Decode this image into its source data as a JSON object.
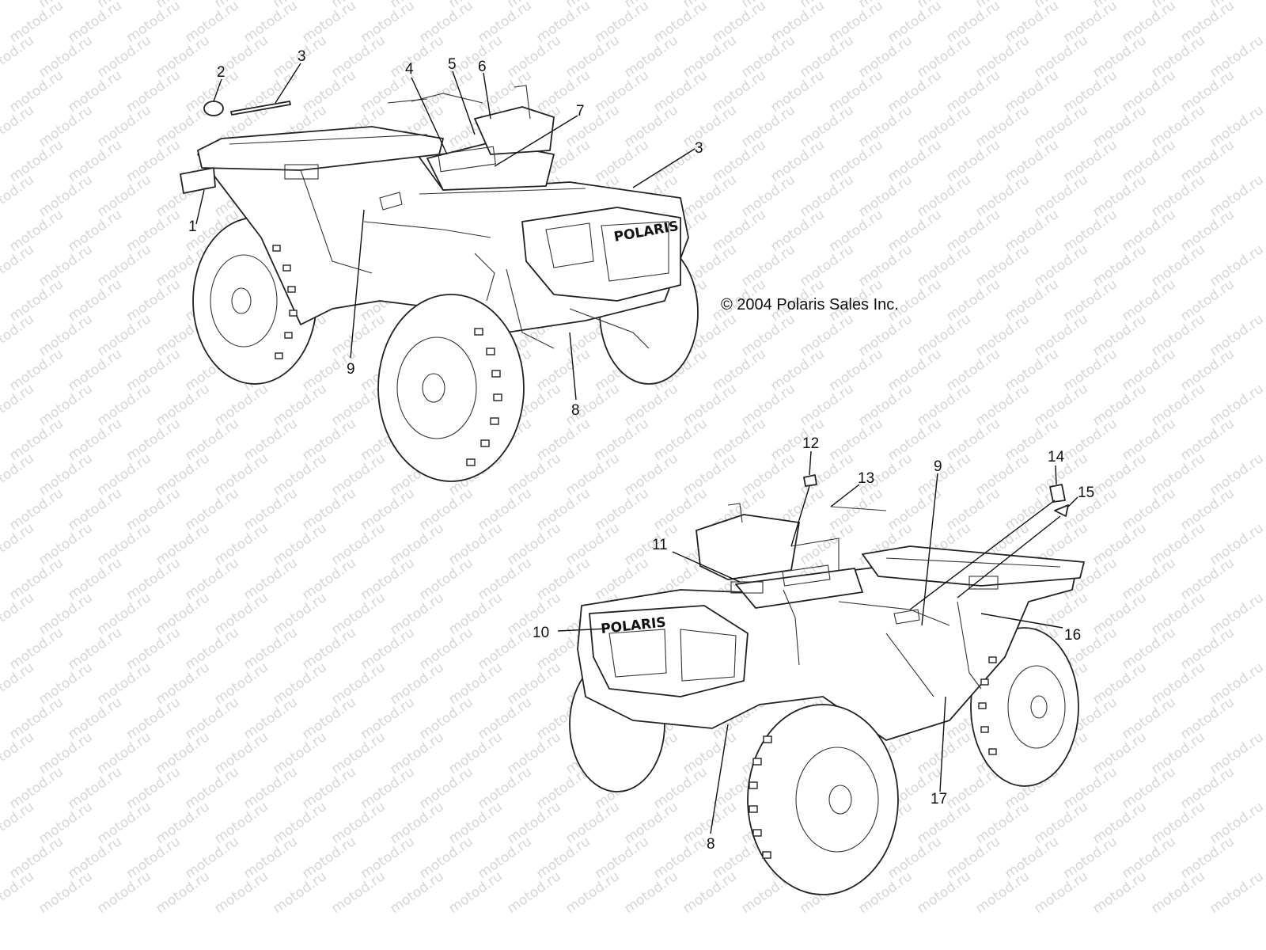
{
  "watermark": "motod.ru",
  "copyright": "© 2004 Polaris Sales Inc.",
  "brand_text": "POLARIS",
  "callouts": {
    "c1": "1",
    "c2": "2",
    "c3a": "3",
    "c3b": "3",
    "c4": "4",
    "c5": "5",
    "c6": "6",
    "c7": "7",
    "c8a": "8",
    "c8b": "8",
    "c9a": "9",
    "c9b": "9",
    "c10": "10",
    "c11": "11",
    "c12": "12",
    "c13": "13",
    "c14": "14",
    "c15": "15",
    "c16": "16",
    "c17": "17"
  }
}
